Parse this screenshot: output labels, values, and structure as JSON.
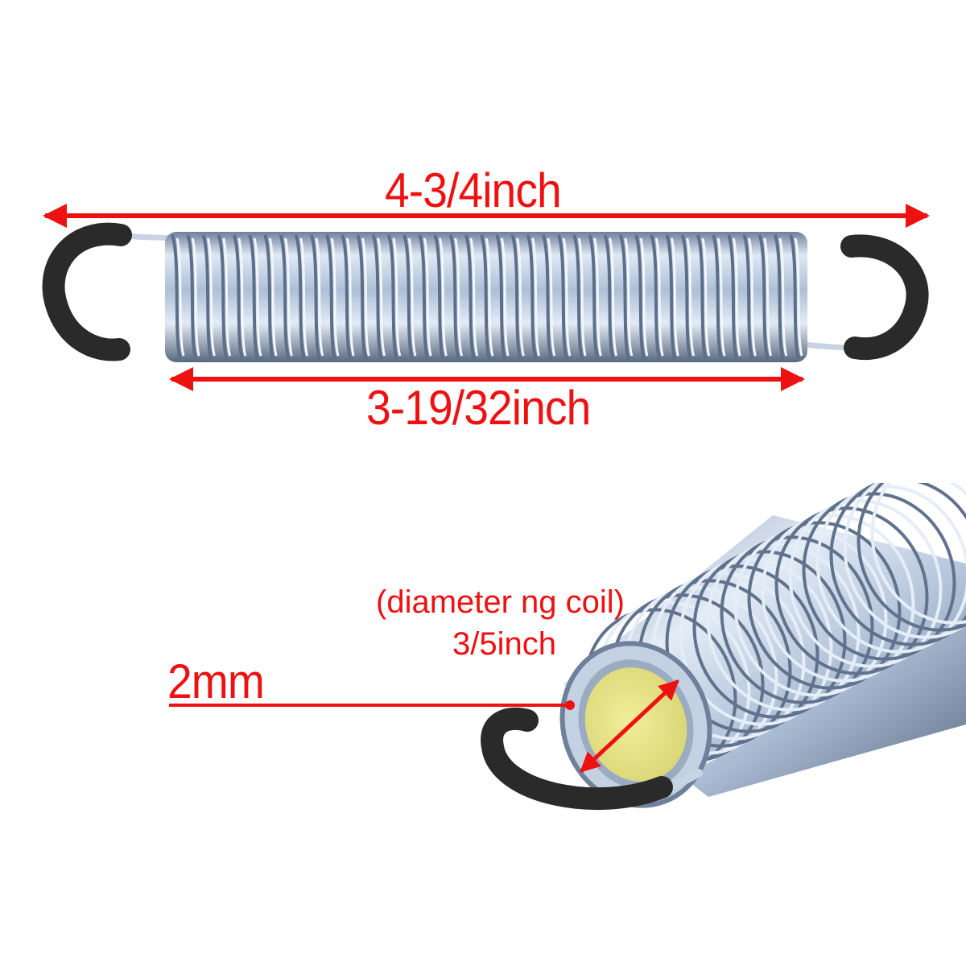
{
  "figure": {
    "overall_length_label": "4-3/4inch",
    "body_length_label": "3-19/32inch",
    "wire_label": "2mm",
    "coil_diameter_caption": "(diameter ng coil)",
    "coil_diameter_value": "3/5inch"
  },
  "colors": {
    "annotation": "#ee1111",
    "spring_steel": "#b8c8dd",
    "spring_shadow": "#5c6f88",
    "hook_rubber": "#2a2a2a",
    "foam_core": "#e9e688",
    "background": "#ffffff"
  }
}
